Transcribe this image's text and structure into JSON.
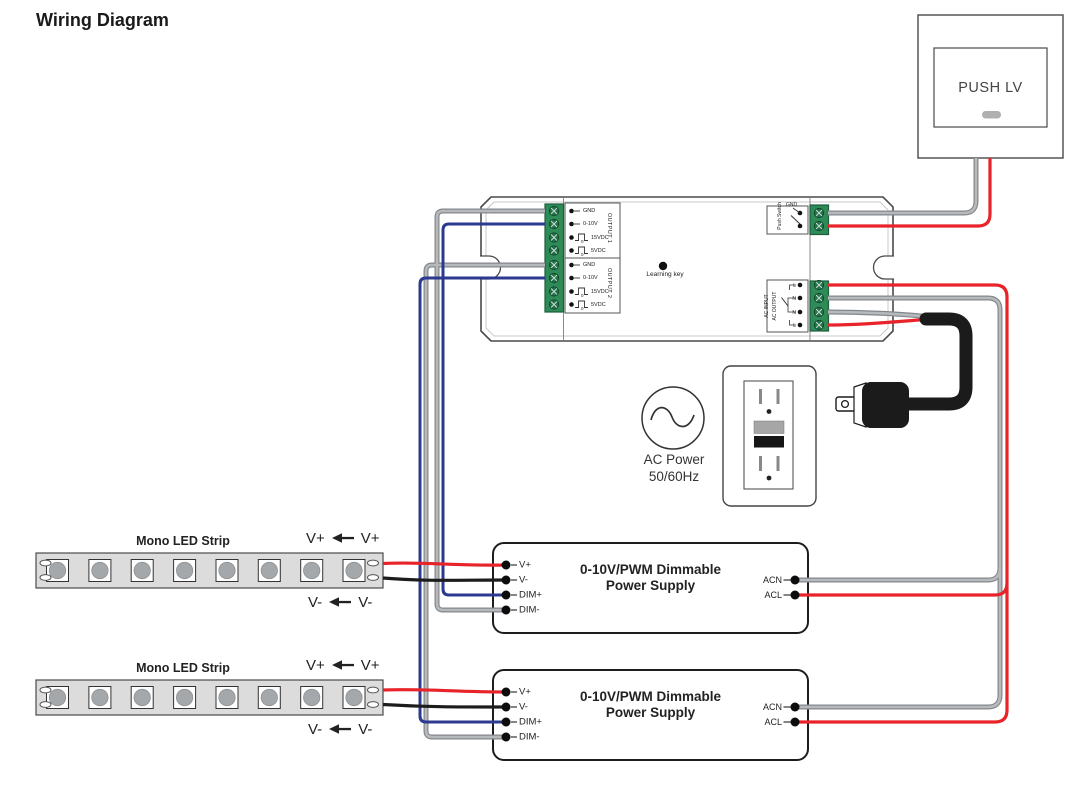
{
  "title": "Wiring Diagram",
  "colors": {
    "wire_red": "#e8232a",
    "wire_gray": "#a7a9ac",
    "wire_blue": "#2b3990",
    "wire_black": "#1c1c1c",
    "terminal_green": "#2e8b57"
  },
  "push_switch_panel": {
    "label": "PUSH LV"
  },
  "controller": {
    "outputs": [
      {
        "title": "OUTPUT 1",
        "pins": [
          "GND",
          "0-10V",
          "15VDC",
          "5VDC"
        ],
        "pulse_zero": "0"
      },
      {
        "title": "OUTPUT 2",
        "pins": [
          "GND",
          "0-10V",
          "15VDC",
          "5VDC"
        ],
        "pulse_zero": "0"
      }
    ],
    "learning_key": "Learning key",
    "push_switch": {
      "title": "Push Switch",
      "gnd": "GND"
    },
    "ac_block": {
      "output_label": "AC OUTPUT",
      "input_label": "AC INPUT",
      "terminals": [
        "L",
        "N",
        "N",
        "L"
      ]
    }
  },
  "ac_power": {
    "line1": "AC Power",
    "line2": "50/60Hz"
  },
  "led_strips": [
    {
      "label": "Mono LED Strip",
      "vplus": "V+",
      "vminus": "V-"
    },
    {
      "label": "Mono LED Strip",
      "vplus": "V+",
      "vminus": "V-"
    }
  ],
  "power_supplies": [
    {
      "title_line1": "0-10V/PWM Dimmable",
      "title_line2": "Power Supply",
      "left_pins": [
        "V+",
        "V-",
        "DIM+",
        "DIM-"
      ],
      "right_pins": [
        "ACN",
        "ACL"
      ]
    },
    {
      "title_line1": "0-10V/PWM Dimmable",
      "title_line2": "Power Supply",
      "left_pins": [
        "V+",
        "V-",
        "DIM+",
        "DIM-"
      ],
      "right_pins": [
        "ACN",
        "ACL"
      ]
    }
  ]
}
